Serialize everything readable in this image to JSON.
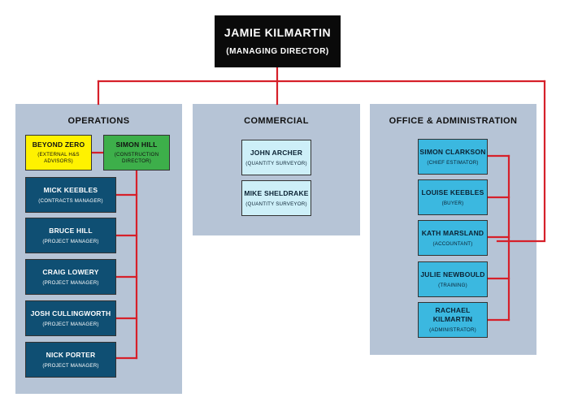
{
  "director": {
    "name": "JAMIE KILMARTIN",
    "role": "(MANAGING DIRECTOR)"
  },
  "operations": {
    "title": "OPERATIONS",
    "advisor": {
      "name": "BEYOND ZERO",
      "role": "(EXTERNAL H&S ADVISORS)"
    },
    "director": {
      "name": "SIMON HILL",
      "role": "(CONSTRUCTION DIRECTOR)"
    },
    "staff": [
      {
        "name": "MICK KEEBLES",
        "role": "(CONTRACTS MANAGER)"
      },
      {
        "name": "BRUCE HILL",
        "role": "(PROJECT MANAGER)"
      },
      {
        "name": "CRAIG LOWERY",
        "role": "(PROJECT MANAGER)"
      },
      {
        "name": "JOSH CULLINGWORTH",
        "role": "(PROJECT MANAGER)"
      },
      {
        "name": "NICK PORTER",
        "role": "(PROJECT MANAGER)"
      }
    ]
  },
  "commercial": {
    "title": "COMMERCIAL",
    "staff": [
      {
        "name": "JOHN ARCHER",
        "role": "(QUANTITY SURVEYOR)"
      },
      {
        "name": "MIKE SHELDRAKE",
        "role": "(QUANTITY SURVEYOR)"
      }
    ]
  },
  "admin": {
    "title": "OFFICE & ADMINISTRATION",
    "staff": [
      {
        "name": "SIMON CLARKSON",
        "role": "(CHIEF ESTIMATOR)"
      },
      {
        "name": "LOUISE KEEBLES",
        "role": "(BUYER)"
      },
      {
        "name": "KATH MARSLAND",
        "role": "(ACCOUNTANT)"
      },
      {
        "name": "JULIE NEWBOULD",
        "role": "(TRAINING)"
      },
      {
        "name": "RACHAEL KILMARTIN",
        "role": "(ADMINISTRATOR)"
      }
    ]
  },
  "colors": {
    "connector": "#d6202a",
    "panel": "#b6c4d6",
    "navy": "#0f4f73",
    "cyan": "#3bb8e0",
    "pale": "#cdeff8",
    "yellow": "#fff200",
    "green": "#3daf4a",
    "director_bg": "#0a0a0a"
  }
}
